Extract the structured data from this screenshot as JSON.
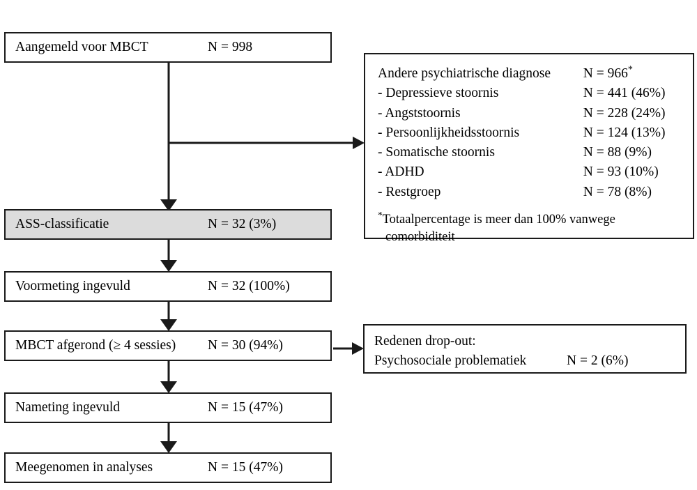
{
  "chart_data": {
    "type": "diagram",
    "title": "MBCT study participant flow diagram",
    "language": "nl"
  },
  "flow": {
    "steps": [
      {
        "id": "aangemeld",
        "label": "Aangemeld voor MBCT",
        "value": "N = 998",
        "shaded": false
      },
      {
        "id": "ass",
        "label": "ASS-classificatie",
        "value": "N = 32 (3%)",
        "shaded": true
      },
      {
        "id": "voormeting",
        "label": "Voormeting ingevuld",
        "value": "N = 32 (100%)",
        "shaded": false
      },
      {
        "id": "mbct",
        "label": "MBCT afgerond (≥ 4 sessies)",
        "value": "N = 30 (94%)",
        "shaded": false
      },
      {
        "id": "nameting",
        "label": "Nameting ingevuld",
        "value": "N = 15 (47%)",
        "shaded": false
      },
      {
        "id": "analyses",
        "label": "Meegenomen in analyses",
        "value": "N = 15 (47%)",
        "shaded": false
      }
    ]
  },
  "diagnosis": {
    "rows": [
      {
        "label": "Andere psychiatrische diagnose",
        "value": "N = 966",
        "superscript": "*"
      },
      {
        "label": "- Depressieve stoornis",
        "value": "N = 441 (46%)",
        "superscript": ""
      },
      {
        "label": "- Angststoornis",
        "value": "N = 228 (24%)",
        "superscript": ""
      },
      {
        "label": "- Persoonlijkheidsstoornis",
        "value": "N = 124 (13%)",
        "superscript": ""
      },
      {
        "label": "- Somatische stoornis",
        "value": "N = 88 (9%)",
        "superscript": ""
      },
      {
        "label": "- ADHD",
        "value": "N = 93 (10%)",
        "superscript": ""
      },
      {
        "label": "- Restgroep",
        "value": "N = 78 (8%)",
        "superscript": ""
      }
    ],
    "note_marker": "*",
    "note_line1": "Totaalpercentage is meer dan 100% vanwege",
    "note_line2": "comorbiditeit"
  },
  "dropout": {
    "title": "Redenen drop-out:",
    "reason_label": "Psychosociale problematiek",
    "reason_value": "N = 2 (6%)"
  },
  "colors": {
    "border": "#1a1a1a",
    "shaded_fill": "#dcdcdc",
    "background": "#ffffff",
    "text": "#000000"
  }
}
